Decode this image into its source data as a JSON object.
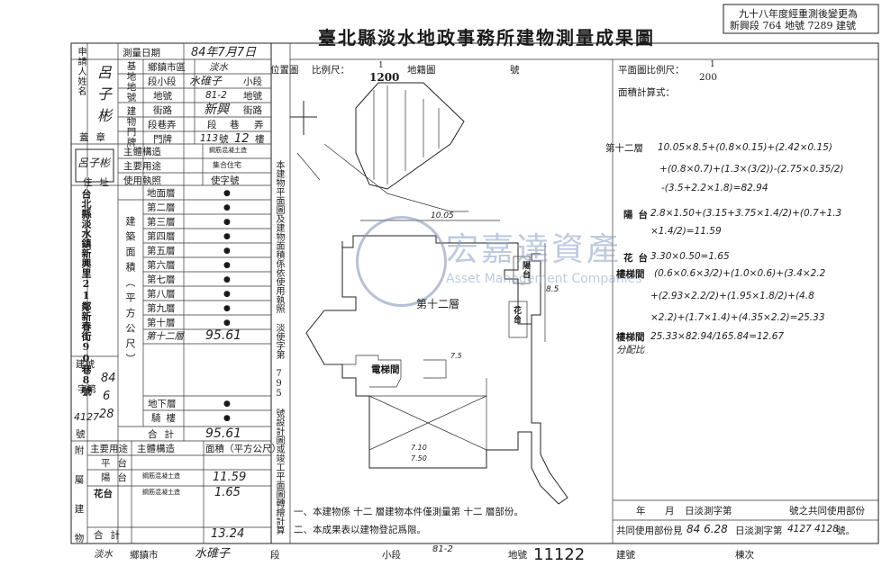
{
  "header": {
    "title": "臺北縣淡水地政事務所建物測量成果圖",
    "note_line1": "九十八年度經重測後變更為",
    "note_line2": "新興段 764 地號 7289 建號"
  },
  "left_table": {
    "applicant_label": "申請人姓名",
    "applicant_value": "呂子彬",
    "survey_date_label": "測量日期",
    "survey_date_value": "84年7月7日",
    "base_location_label": "基地地號",
    "township_label": "鄉鎮市區",
    "township_value": "淡水",
    "section_label": "段小段",
    "section_value": "水碓子",
    "subsection_suffix": "小段",
    "lot_label": "地號",
    "lot_value": "81-2",
    "lot_suffix": "地號",
    "door_label": "建物門牌",
    "street_label": "街路",
    "street_value": "新興",
    "street_suffix": "街路",
    "lane_label": "段巷弄",
    "lane_a": "段",
    "lane_b": "巷",
    "lane_c": "弄",
    "doorplate_label": "門牌",
    "doorplate_num": "113",
    "doorplate_unit": "號",
    "floor_value": "12",
    "floor_unit": "樓",
    "seal_label": "蓋章",
    "seal_value": "呂子彬",
    "main_structure_label": "主體構造",
    "main_structure_value": "鋼筋混凝土造",
    "main_use_label": "主要用途",
    "main_use_value": "集合住宅",
    "license_label": "使用執照",
    "license_value": "使字號",
    "address_label": "住址",
    "address_value": "台北縣淡水鎮新興里21鄰新春街90巷8號",
    "building_area_label": "建築面積（平方公尺）",
    "floors": [
      "地面層",
      "第二層",
      "第三層",
      "第四層",
      "第五層",
      "第六層",
      "第七層",
      "第八層",
      "第九層",
      "第十層"
    ],
    "floor_mark": "●",
    "floor_12_label": "第十二層",
    "floor_12_value": "95.61",
    "basement_label": "地下層",
    "arcade_label": "騎樓",
    "total_label": "合計",
    "total_value": "95.61",
    "building_no_label": "建號",
    "building_no_prefix": "字第",
    "building_no_a": "84",
    "building_no_b": "6",
    "building_no_c": "28",
    "building_no_d": "4127",
    "number_label": "號",
    "attached_label": "附屬建物",
    "attached_use_label": "主要用途",
    "attached_struct_label": "主體構造",
    "attached_area_label": "面積（平方公尺）",
    "attached_rows": [
      {
        "use": "平台",
        "structure": "",
        "area": ""
      },
      {
        "use": "陽台",
        "structure": "鋼筋混凝土造",
        "area": "11.59"
      },
      {
        "use": "花台",
        "structure": "鋼筋混凝土造",
        "area": "1.65"
      }
    ],
    "attached_total_label": "合計",
    "attached_total_value": "13.24"
  },
  "middle": {
    "location_map_label": "位置圖",
    "scale_label": "比例尺：",
    "scale_value": "1",
    "scale_denominator": "1200",
    "land_no_label": "地籍圖",
    "number_label": "號",
    "vertical_note": "本建物平面圖及建物面積係依使用執照 淡使字第 795 號設計圖或竣工平面圖轉繪計算",
    "floor_plan_title": "第十二層",
    "stair_label": "電梯間",
    "balcony_label": "陽台",
    "flower_label": "花台",
    "dim_top": "10.05",
    "dim_right": "8.5",
    "dim_bottom": "7.50",
    "dim_mid": "7.10",
    "dim_left": "7.5",
    "note1": "一、本建物係 十二 層建物本件僅測量第 十二 層部份。",
    "note2": "二、本成果表以建物登記爲限。"
  },
  "right": {
    "plan_scale_label": "平面圖比例尺：",
    "plan_scale_num": "1",
    "plan_scale_den": "200",
    "area_calc_label": "面積計算式：",
    "calc_floor12_label": "第十二層",
    "calc_floor12": "10.05×8.5+(0.8×0.15)+(2.42×0.15)",
    "calc_floor12_b": "+(0.8×0.7)+(1.3×(3/2))-(2.75×0.35/2)",
    "calc_floor12_c": "-(3.5+2.2×1.8)=82.94",
    "calc_balcony_label": "陽台",
    "calc_balcony": "2.8×1.50+(3.15+3.75×1.4/2)+(0.7+1.3",
    "calc_balcony_b": "×1.4/2)=11.59",
    "calc_flower_label": "花台",
    "calc_flower": "3.30×0.50=1.65",
    "calc_stair_label": "樓梯間",
    "calc_stair": "(0.6×0.6×3/2)+(1.0×0.6)+(3.4×2.2",
    "calc_stair_b": "+(2.93×2.2/2)+(1.95×1.8/2)+(4.8",
    "calc_stair_c": "×2.2)+(1.7×1.4)+(4.35×2.2)=25.33",
    "calc_stair_share_label": "樓梯間",
    "calc_stair_share": "25.33×82.94/165.84=12.67",
    "calc_share_note": "分配比",
    "watermark_cn": "宏嘉達資產",
    "watermark_en": "Asset Management Companies",
    "shared_year_label": "年",
    "shared_month_label": "月",
    "shared_survey_label": "日淡測字第",
    "shared_suffix": "號之共同使用部份",
    "shared_part_label": "共同使用部份見",
    "shared_date": "84  6.28",
    "shared_survey_label2": "日淡測字第",
    "shared_no": "4127 4128",
    "shared_no_suffix": "號。"
  },
  "footer": {
    "township": "淡水",
    "township_label": "鄉鎮市",
    "section": "水碓子",
    "section_label": "段",
    "subsection_label": "小段",
    "lot": "81-2",
    "lot_label": "地號",
    "building_no": "11122",
    "building_label": "建號",
    "sheet_label": "棟次"
  }
}
